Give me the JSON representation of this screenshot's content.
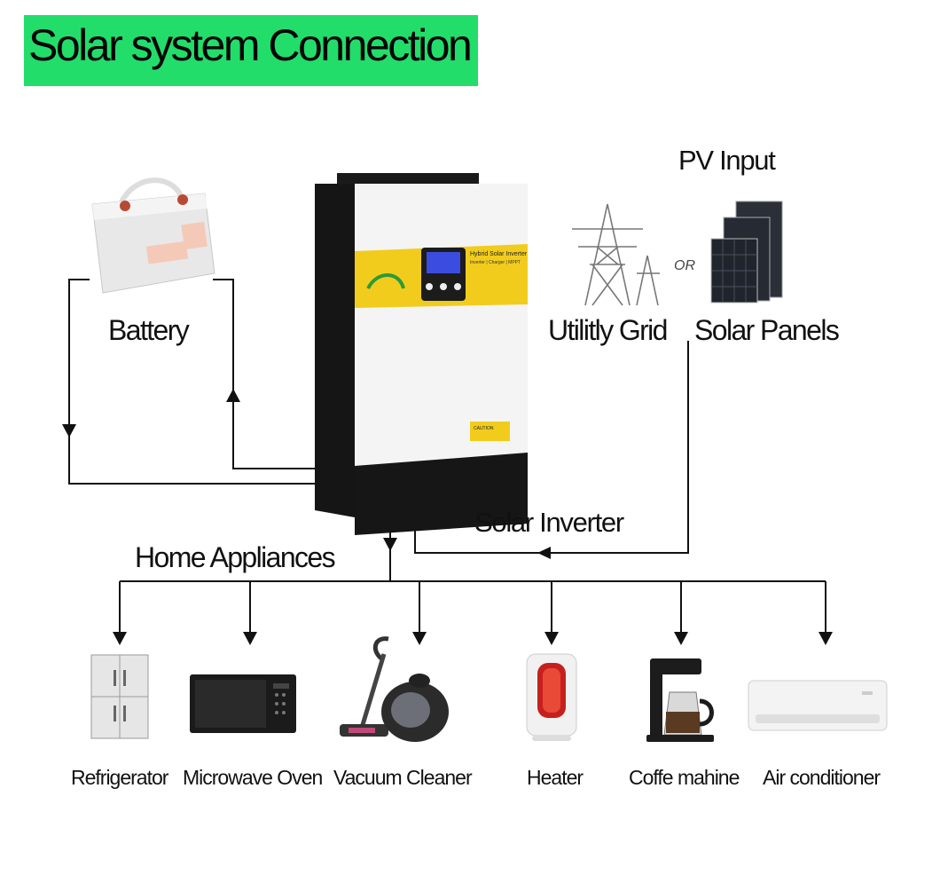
{
  "title": "Solar system Connection",
  "labels": {
    "pv_input": "PV Input",
    "battery": "Battery",
    "utility_grid": "Utilitly Grid",
    "or": "OR",
    "solar_panels": "Solar Panels",
    "solar_inverter": "Solar Inverter",
    "home_appliances": "Home Appliances"
  },
  "appliances": [
    {
      "label": "Refrigerator",
      "icon": "refrigerator-icon"
    },
    {
      "label": "Microwave Oven",
      "icon": "microwave-oven-icon"
    },
    {
      "label": "Vacuum Cleaner",
      "icon": "vacuum-cleaner-icon"
    },
    {
      "label": "Heater",
      "icon": "heater-icon"
    },
    {
      "label": "Coffe mahine",
      "icon": "coffee-machine-icon"
    },
    {
      "label": "Air conditioner",
      "icon": "air-conditioner-icon"
    }
  ],
  "inverter_panel": {
    "line1": "Hybrid Solar Inverter",
    "line2": "Inverter | Charger | MPPT",
    "caution": "CAUTION"
  },
  "colors": {
    "title_bg": "#22dd6a",
    "inverter_yellow": "#f2cc1c",
    "inverter_body": "#f4f4f4",
    "inverter_black": "#161616",
    "lines": "#111111"
  }
}
